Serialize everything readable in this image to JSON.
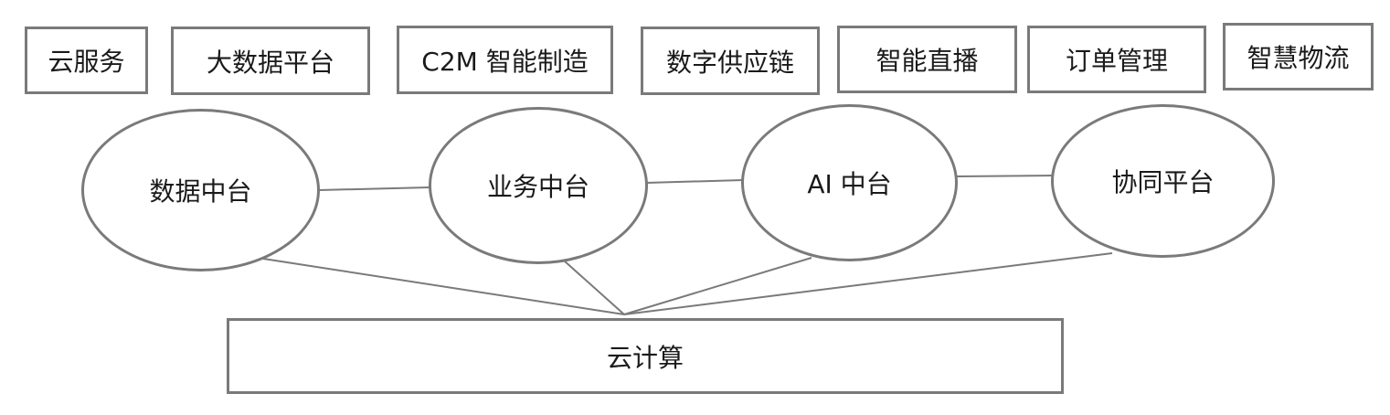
{
  "services": [
    {
      "label": "云服务"
    },
    {
      "label": "大数据平台"
    },
    {
      "label": "C2M 智能制造"
    },
    {
      "label": "数字供应链"
    },
    {
      "label": "智能直播"
    },
    {
      "label": "订单管理"
    },
    {
      "label": "智慧物流"
    }
  ],
  "platforms": [
    {
      "label": "数据中台"
    },
    {
      "label": "业务中台"
    },
    {
      "label": "AI 中台"
    },
    {
      "label": "协同平台"
    }
  ],
  "foundation": {
    "label": "云计算"
  },
  "colors": {
    "border": "#7a7a7a",
    "line": "#7a7a7a",
    "text": "#1a1a1a",
    "background": "#ffffff"
  }
}
